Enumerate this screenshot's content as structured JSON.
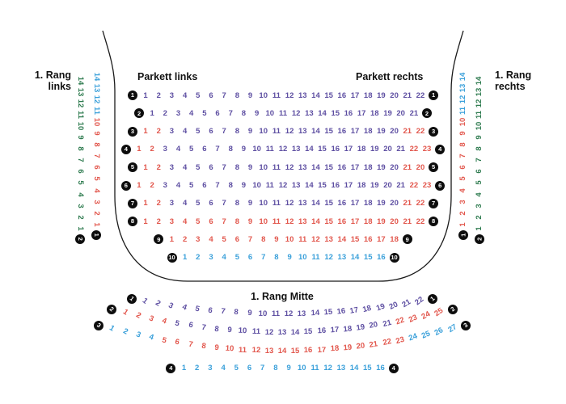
{
  "labels": {
    "rang_links": {
      "l1": "1. Rang",
      "l2": "links"
    },
    "rang_rechts": {
      "l1": "1. Rang",
      "l2": "rechts"
    },
    "parkett_links": "Parkett links",
    "parkett_rechts": "Parkett rechts",
    "rang_mitte": "1. Rang Mitte"
  },
  "colors": {
    "purple": "#5e4fa2",
    "red": "#e2574d",
    "blue": "#3aa0da",
    "green": "#2e7b4f",
    "badge_bg": "#0d0d0d",
    "badge_text": "#ffffff",
    "outline": "#1a1a1a"
  },
  "parkett": {
    "rows": [
      {
        "row": "1",
        "segments": [
          {
            "from": 1,
            "to": 22,
            "color": "purple"
          }
        ]
      },
      {
        "row": "2",
        "segments": [
          {
            "from": 1,
            "to": 21,
            "color": "purple"
          }
        ]
      },
      {
        "row": "3",
        "segments": [
          {
            "from": 1,
            "to": 2,
            "color": "red"
          },
          {
            "from": 3,
            "to": 20,
            "color": "purple"
          },
          {
            "from": 21,
            "to": 22,
            "color": "red"
          }
        ]
      },
      {
        "row": "4",
        "segments": [
          {
            "from": 1,
            "to": 2,
            "color": "red"
          },
          {
            "from": 3,
            "to": 21,
            "color": "purple"
          },
          {
            "from": 22,
            "to": 23,
            "color": "red"
          }
        ]
      },
      {
        "row": "5",
        "segments": [
          {
            "from": 1,
            "to": 2,
            "color": "red"
          },
          {
            "from": 3,
            "to": 20,
            "color": "purple"
          },
          {
            "labels": [
              "21",
              "20"
            ],
            "color": "red"
          }
        ]
      },
      {
        "row": "6",
        "segments": [
          {
            "from": 1,
            "to": 2,
            "color": "red"
          },
          {
            "from": 3,
            "to": 21,
            "color": "purple"
          },
          {
            "from": 22,
            "to": 23,
            "color": "red"
          }
        ]
      },
      {
        "row": "7",
        "segments": [
          {
            "from": 1,
            "to": 2,
            "color": "red"
          },
          {
            "from": 3,
            "to": 20,
            "color": "purple"
          },
          {
            "from": 21,
            "to": 22,
            "color": "red"
          }
        ]
      },
      {
        "row": "8",
        "segments": [
          {
            "from": 1,
            "to": 22,
            "color": "red"
          }
        ]
      },
      {
        "row": "9",
        "segments": [
          {
            "from": 1,
            "to": 18,
            "color": "red"
          }
        ]
      },
      {
        "row": "10",
        "segments": [
          {
            "from": 1,
            "to": 16,
            "color": "blue"
          }
        ]
      }
    ]
  },
  "mitte": {
    "rows": [
      {
        "circle": "1",
        "segments": [
          {
            "from": 1,
            "to": 22,
            "color": "purple"
          }
        ]
      },
      {
        "circle": "2",
        "segments": [
          {
            "from": 1,
            "to": 4,
            "color": "red"
          },
          {
            "from": 5,
            "to": 21,
            "color": "purple"
          },
          {
            "from": 22,
            "to": 25,
            "color": "red"
          }
        ]
      },
      {
        "circle": "3",
        "segments": [
          {
            "from": 1,
            "to": 4,
            "color": "blue"
          },
          {
            "from": 5,
            "to": 23,
            "color": "red"
          },
          {
            "from": 24,
            "to": 27,
            "color": "blue"
          }
        ]
      },
      {
        "circle": "4",
        "segments": [
          {
            "from": 1,
            "to": 16,
            "color": "blue"
          }
        ]
      }
    ]
  },
  "rang_sides": {
    "columns": {
      "inner": {
        "circle": "1",
        "segments": [
          {
            "from": 14,
            "to": 11,
            "color": "blue"
          },
          {
            "from": 10,
            "to": 1,
            "color": "red"
          }
        ]
      },
      "outer": {
        "circle": "2",
        "segments": [
          {
            "from": 14,
            "to": 1,
            "color": "green"
          }
        ]
      }
    }
  }
}
